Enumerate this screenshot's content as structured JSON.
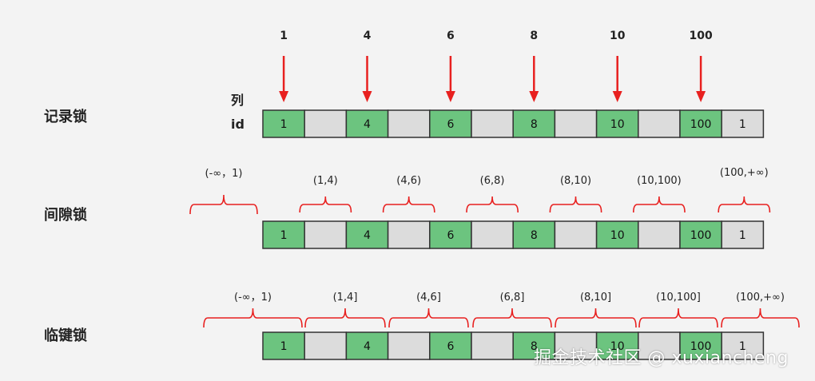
{
  "labels": {
    "record_lock": "记录锁",
    "gap_lock": "间隙锁",
    "next_key_lock": "临键锁",
    "column_header": "列",
    "column_id": "id"
  },
  "pointers": [
    "1",
    "4",
    "6",
    "8",
    "10",
    "100"
  ],
  "cells": [
    {
      "text": "1",
      "type": "record"
    },
    {
      "text": "",
      "type": "gap"
    },
    {
      "text": "4",
      "type": "record"
    },
    {
      "text": "",
      "type": "gap"
    },
    {
      "text": "6",
      "type": "record"
    },
    {
      "text": "",
      "type": "gap"
    },
    {
      "text": "8",
      "type": "record"
    },
    {
      "text": "",
      "type": "gap"
    },
    {
      "text": "10",
      "type": "record"
    },
    {
      "text": "",
      "type": "gap"
    },
    {
      "text": "100",
      "type": "record"
    },
    {
      "text": "1",
      "type": "gap"
    }
  ],
  "gap_ranges": [
    "(-∞，1)",
    "(1,4)",
    "(4,6)",
    "(6,8)",
    "(8,10)",
    "(10,100)",
    "(100,+∞)"
  ],
  "next_key_ranges": [
    "(-∞，1)",
    "(1,4]",
    "(4,6]",
    "(6,8]",
    "(8,10]",
    "(10,100]",
    "(100,+∞)"
  ],
  "watermark": "掘金技术社区 @ xuxiancheng",
  "colors": {
    "record_fill": "#6cc47f",
    "gap_fill": "#dcdcdc",
    "border": "#333333",
    "arrow": "#e8201f",
    "brace": "#e8201f",
    "background": "#f3f3f3"
  }
}
